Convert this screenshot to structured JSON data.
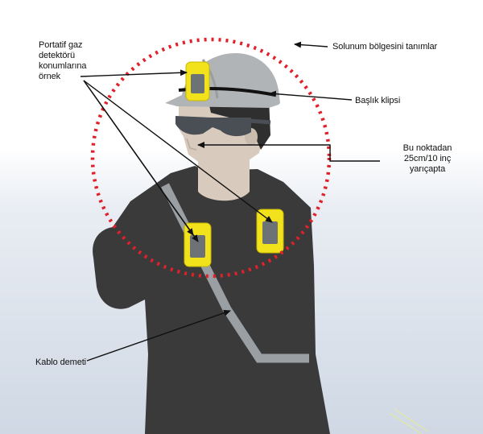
{
  "labels": {
    "portable_detector": "Portatif gaz\ndetektörü\nkonumlarına\nörnek",
    "breathing_zone": "Solunum bölgesini tanımlar",
    "helmet_clip": "Başlık klipsi",
    "radius": "Bu noktadan\n25cm/10 inç\nyarıçapta",
    "cable_harness": "Kablo demeti"
  },
  "colors": {
    "jacket": "#3a3a3a",
    "skin": "#d8cbbd",
    "helmet": "#b1b4b7",
    "detector": "#f2e21b",
    "detector_screen": "#6d7277",
    "breathing_zone": "#e0202a",
    "harness": "#9a9fa4",
    "goggles": "#4a4f55",
    "leader_lines": "#111111"
  }
}
